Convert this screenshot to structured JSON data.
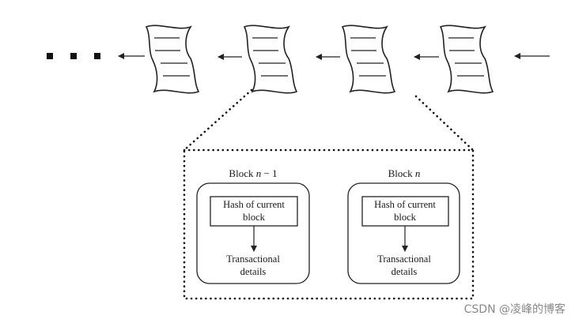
{
  "chain": {
    "ellipsis": "■ ■ ■",
    "block_count": 4
  },
  "detail": {
    "blocks": [
      {
        "title_prefix": "Block ",
        "title_var": "n",
        "title_suffix": " − 1",
        "hash_line1": "Hash of current",
        "hash_line2": "block",
        "tx_line1": "Transactional",
        "tx_line2": "details"
      },
      {
        "title_prefix": "Block ",
        "title_var": "n",
        "title_suffix": "",
        "hash_line1": "Hash of current",
        "hash_line2": "block",
        "tx_line1": "Transactional",
        "tx_line2": "details"
      }
    ]
  },
  "watermark": "CSDN @凌峰的博客"
}
